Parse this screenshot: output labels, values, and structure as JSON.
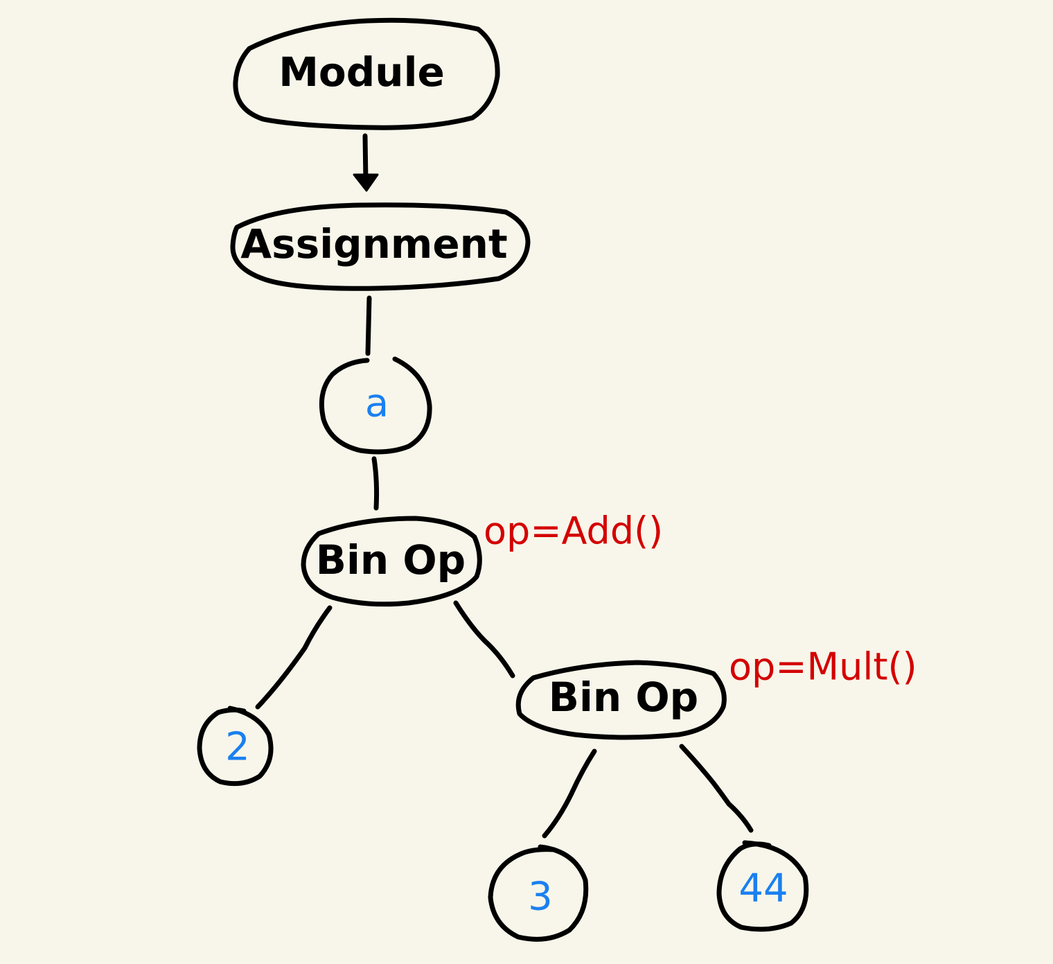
{
  "colors": {
    "background": "#f8f6ea",
    "ink": "#000000",
    "value": "#1a80f0",
    "annotation": "#d40000"
  },
  "nodes": {
    "module": {
      "label": "Module",
      "kind": "type"
    },
    "assignment": {
      "label": "Assignment",
      "kind": "type"
    },
    "a": {
      "label": "a",
      "kind": "value"
    },
    "binop_add": {
      "label": "Bin Op",
      "kind": "type",
      "annotation": "op=Add()"
    },
    "two": {
      "label": "2",
      "kind": "value"
    },
    "binop_mult": {
      "label": "Bin Op",
      "kind": "type",
      "annotation": "op=Mult()"
    },
    "three": {
      "label": "3",
      "kind": "value"
    },
    "forty_four": {
      "label": "44",
      "kind": "value"
    }
  },
  "edges": [
    {
      "from": "module",
      "to": "assignment",
      "arrow": true
    },
    {
      "from": "assignment",
      "to": "a",
      "arrow": false
    },
    {
      "from": "a",
      "to": "binop_add",
      "arrow": false
    },
    {
      "from": "binop_add",
      "to": "two",
      "arrow": false
    },
    {
      "from": "binop_add",
      "to": "binop_mult",
      "arrow": false
    },
    {
      "from": "binop_mult",
      "to": "three",
      "arrow": false
    },
    {
      "from": "binop_mult",
      "to": "forty_four",
      "arrow": false
    }
  ]
}
